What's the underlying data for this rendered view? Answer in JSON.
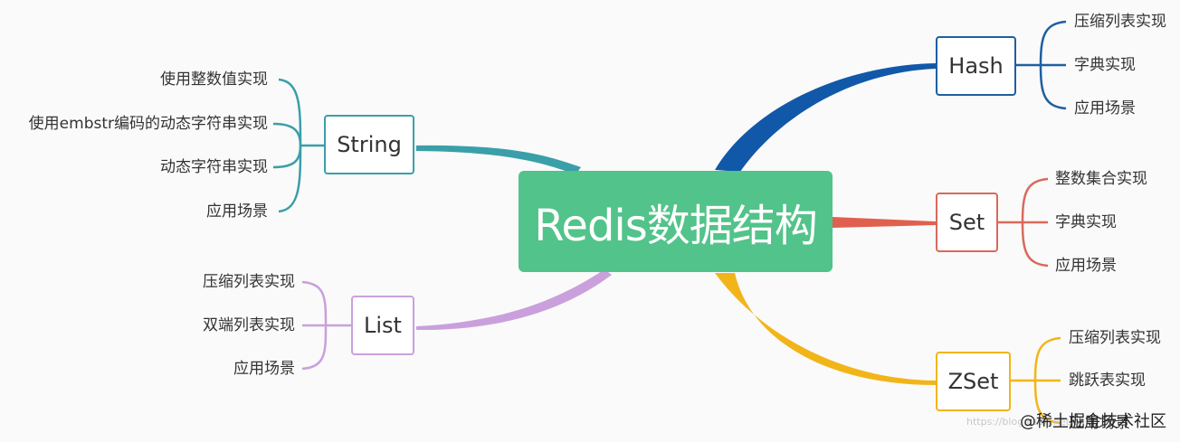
{
  "center": {
    "label": "Redis数据结构"
  },
  "branches": {
    "string": {
      "label": "String",
      "color": "#3a9fa8",
      "items": [
        "使用整数值实现",
        "使用embstr编码的动态字符串实现",
        "动态字符串实现",
        "应用场景"
      ]
    },
    "list": {
      "label": "List",
      "color": "#c9a0dc",
      "items": [
        "压缩列表实现",
        "双端列表实现",
        "应用场景"
      ]
    },
    "hash": {
      "label": "Hash",
      "color": "#1f5fa0",
      "items": [
        "压缩列表实现",
        "字典实现",
        "应用场景"
      ]
    },
    "set": {
      "label": "Set",
      "color": "#d9695b",
      "items": [
        "整数集合实现",
        "字典实现",
        "应用场景"
      ]
    },
    "zset": {
      "label": "ZSet",
      "color": "#f2b519",
      "items": [
        "压缩列表实现",
        "跳跃表实现",
        "应用场景"
      ]
    }
  },
  "watermark": {
    "text": "@稀土掘金技术社区",
    "faint": "https://blog.csdn.net/..."
  }
}
